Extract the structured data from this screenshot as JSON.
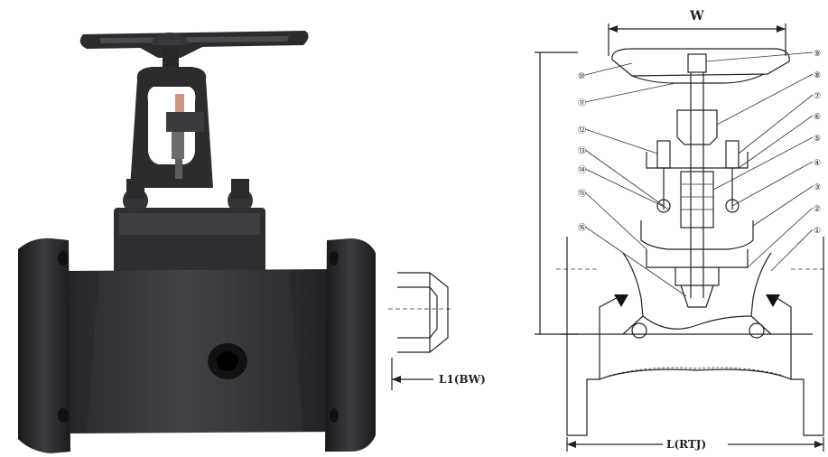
{
  "labels": {
    "width_dim": "W",
    "bw_length": "L1(BW)",
    "rtj_length": "L(RTJ)"
  },
  "part_numbers": [
    "①",
    "②",
    "③",
    "④",
    "⑤",
    "⑥",
    "⑦",
    "⑧",
    "⑨",
    "⑩",
    "⑪",
    "⑫",
    "⑬",
    "⑭",
    "⑮",
    "⑯"
  ],
  "colors": {
    "valve_body": "#2b2c2e",
    "valve_highlight": "#4a4b4e",
    "line": "#222222",
    "background": "#ffffff"
  }
}
